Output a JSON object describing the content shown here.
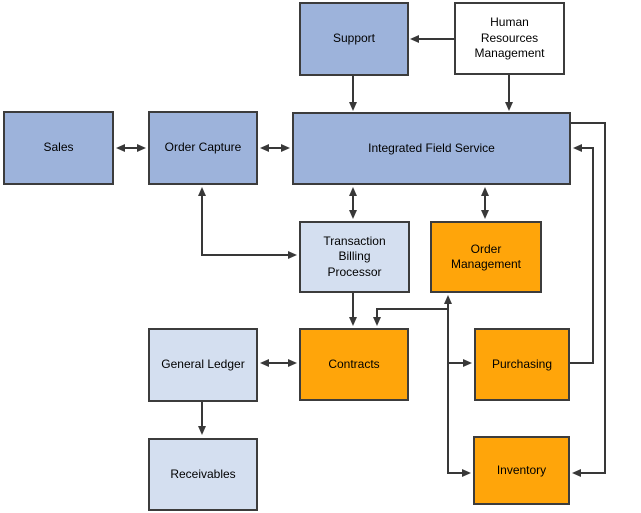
{
  "diagram": {
    "colors": {
      "primary_blue": "#9db3db",
      "light_blue": "#d4dff0",
      "orange": "#ffa50a",
      "plain_white": "#ffffff",
      "box_border": "#3c3c3c",
      "connector": "#383838",
      "background": "#ffffff"
    },
    "nodes": {
      "support": {
        "label": "Support"
      },
      "hrms": {
        "label": "Human\nResources\nManagement"
      },
      "sales": {
        "label": "Sales"
      },
      "order_capture": {
        "label": "Order Capture"
      },
      "ifs": {
        "label": "Integrated Field Service"
      },
      "tbp": {
        "label": "Transaction\nBilling\nProcessor"
      },
      "order_management": {
        "label": "Order\nManagement"
      },
      "general_ledger": {
        "label": "General Ledger"
      },
      "contracts": {
        "label": "Contracts"
      },
      "purchasing": {
        "label": "Purchasing"
      },
      "receivables": {
        "label": "Receivables"
      },
      "inventory": {
        "label": "Inventory"
      }
    },
    "edges": [
      {
        "from": "Human Resources Management",
        "to": "Support",
        "arrows": "one-way"
      },
      {
        "from": "Support",
        "to": "Integrated Field Service",
        "arrows": "one-way"
      },
      {
        "from": "Human Resources Management",
        "to": "Integrated Field Service",
        "arrows": "one-way"
      },
      {
        "from": "Sales",
        "to": "Order Capture",
        "arrows": "two-way"
      },
      {
        "from": "Order Capture",
        "to": "Integrated Field Service",
        "arrows": "two-way"
      },
      {
        "from": "Integrated Field Service",
        "to": "Transaction Billing Processor",
        "arrows": "two-way"
      },
      {
        "from": "Integrated Field Service",
        "to": "Order Management",
        "arrows": "two-way"
      },
      {
        "from": "Order Capture",
        "to": "Transaction Billing Processor",
        "arrows": "two-way"
      },
      {
        "from": "Transaction Billing Processor",
        "to": "Contracts",
        "arrows": "one-way"
      },
      {
        "between": [
          "Order Management",
          "Contracts",
          "Purchasing",
          "Inventory"
        ],
        "arrows": "shared connector, arrowhead into each endpoint"
      },
      {
        "from": "General Ledger",
        "to": "Contracts",
        "arrows": "two-way"
      },
      {
        "from": "General Ledger",
        "to": "Receivables",
        "arrows": "one-way"
      },
      {
        "from": "Purchasing",
        "to": "Integrated Field Service",
        "arrows": "one-way"
      },
      {
        "from": "Integrated Field Service",
        "to": "Inventory",
        "arrows": "one-way"
      }
    ]
  }
}
